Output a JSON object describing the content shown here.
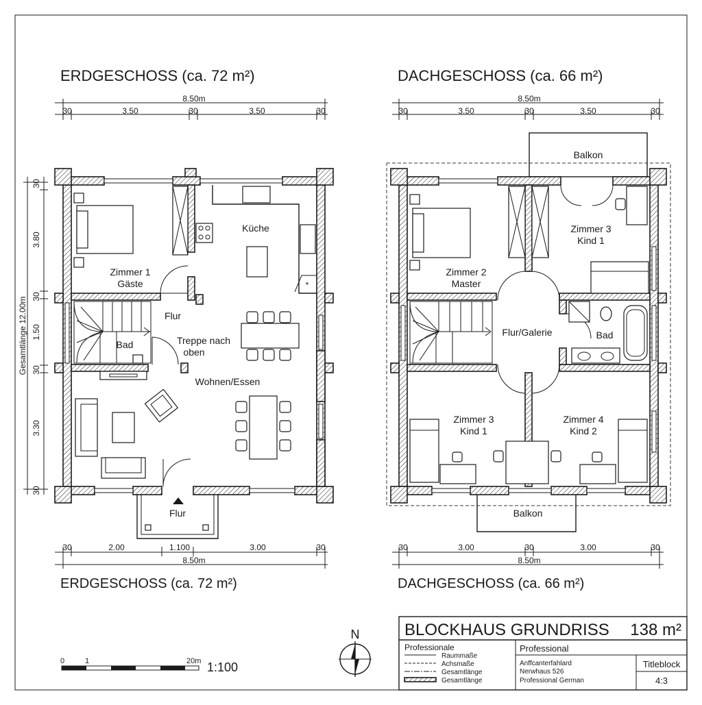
{
  "ground_floor": {
    "title_top": "ERDGESCHOSS (ca. 72 m²)",
    "title_bottom": "ERDGESCHOSS (ca. 72 m²)",
    "dim_top_total": "8.50m",
    "dim_top_segments": [
      "30",
      "3.50",
      "30",
      "3.50",
      "30"
    ],
    "dim_bottom_total": "8.50m",
    "dim_bottom_segments": [
      "30",
      "2.00",
      "1.100",
      "3.00",
      "30"
    ],
    "dim_left_total": "Gesamtlänge 12.00m",
    "dim_left_segments": [
      "30",
      "3.80",
      "30",
      "1.50",
      "30",
      "3.30",
      "30"
    ],
    "rooms": {
      "zimmer1_line1": "Zimmer 1",
      "zimmer1_line2": "Gäste",
      "kueche": "Küche",
      "flur": "Flur",
      "bad": "Bad",
      "treppe_line1": "Treppe nach",
      "treppe_line2": "oben",
      "wohnen": "Wohnen/Essen",
      "entry_flur": "Flur"
    }
  },
  "upper_floor": {
    "title_top": "DACHGESCHOSS (ca. 66 m²)",
    "title_bottom": "DACHGESCHOSS (ca. 66 m²)",
    "dim_top_total": "8.50m",
    "dim_top_segments": [
      "30",
      "3.50",
      "30",
      "3.50",
      "30"
    ],
    "dim_bottom_total": "8.50m",
    "dim_bottom_segments": [
      "30",
      "3.00",
      "30",
      "3.00",
      "30"
    ],
    "rooms": {
      "balkon_top": "Balkon",
      "zimmer2_line1": "Zimmer 2",
      "zimmer2_line2": "Master",
      "zimmer3a_line1": "Zimmer 3",
      "zimmer3a_line2": "Kind 1",
      "galerie": "Flur/Galerie",
      "bad": "Bad",
      "zimmer3b_line1": "Zimmer 3",
      "zimmer3b_line2": "Kind 1",
      "zimmer4_line1": "Zimmer 4",
      "zimmer4_line2": "Kind 2",
      "balkon_bottom": "Balkon"
    }
  },
  "scale_bar": {
    "tick_0": "0",
    "tick_1": "1",
    "tick_end": "20m",
    "ratio": "1:100"
  },
  "north_label": "N",
  "title_block": {
    "title": "BLOCKHAUS GRUNDRISS",
    "area": "138 m²",
    "legend_heading": "Professionale",
    "legend_items": [
      "Raummaße",
      "Achsmaße",
      "Gesamtlänge",
      "Gesamtlänge"
    ],
    "company": "Professional",
    "address_lines": [
      "Anffcanterfahlard",
      "Nerwhaus 526",
      "Professional German"
    ],
    "block_label": "Titleblock",
    "block_ratio": "4:3"
  }
}
